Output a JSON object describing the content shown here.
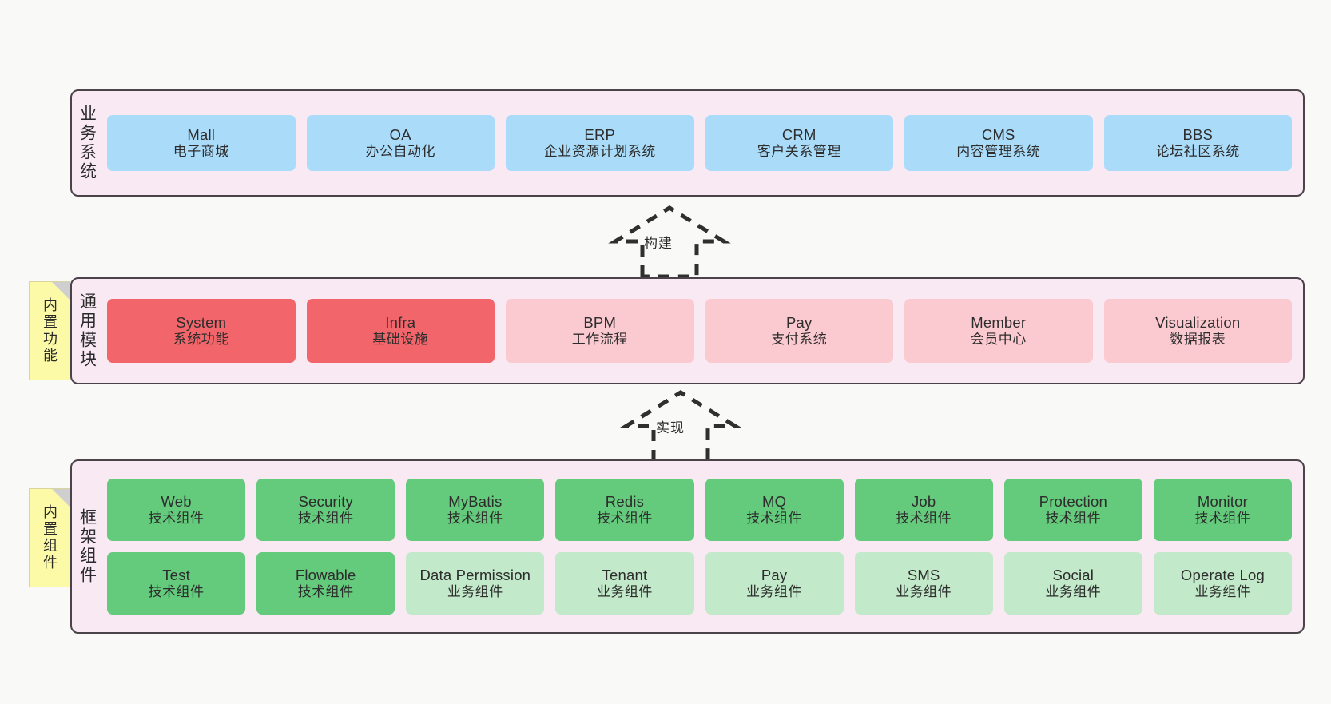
{
  "diagram": {
    "background_color": "#f9f9f7",
    "panel_color": "#f9e9f3",
    "panel_border_color": "#4a4349"
  },
  "layers": {
    "business": {
      "title": "业务系统",
      "card_color": "#aadcfa",
      "cards": [
        {
          "en": "Mall",
          "cn": "电子商城"
        },
        {
          "en": "OA",
          "cn": "办公自动化"
        },
        {
          "en": "ERP",
          "cn": "企业资源计划系统"
        },
        {
          "en": "CRM",
          "cn": "客户关系管理"
        },
        {
          "en": "CMS",
          "cn": "内容管理系统"
        },
        {
          "en": "BBS",
          "cn": "论坛社区系统"
        }
      ]
    },
    "modules": {
      "title": "通用模块",
      "note": "内置功能",
      "card_color_primary": "#f2656a",
      "card_color_secondary": "#fbc9d0",
      "cards": [
        {
          "en": "System",
          "cn": "系统功能",
          "variant": "c-red"
        },
        {
          "en": "Infra",
          "cn": "基础设施",
          "variant": "c-red"
        },
        {
          "en": "BPM",
          "cn": "工作流程",
          "variant": "c-pink"
        },
        {
          "en": "Pay",
          "cn": "支付系统",
          "variant": "c-pink"
        },
        {
          "en": "Member",
          "cn": "会员中心",
          "variant": "c-pink"
        },
        {
          "en": "Visualization",
          "cn": "数据报表",
          "variant": "c-pink"
        }
      ]
    },
    "framework": {
      "title": "框架组件",
      "note": "内置组件",
      "card_color_primary": "#64ca7c",
      "card_color_secondary": "#c2e9c9",
      "row1": [
        {
          "en": "Web",
          "cn": "技术组件"
        },
        {
          "en": "Security",
          "cn": "技术组件"
        },
        {
          "en": "MyBatis",
          "cn": "技术组件"
        },
        {
          "en": "Redis",
          "cn": "技术组件"
        },
        {
          "en": "MQ",
          "cn": "技术组件"
        },
        {
          "en": "Job",
          "cn": "技术组件"
        },
        {
          "en": "Protection",
          "cn": "技术组件"
        },
        {
          "en": "Monitor",
          "cn": "技术组件"
        }
      ],
      "row2": [
        {
          "en": "Test",
          "cn": "技术组件",
          "variant": "c-green"
        },
        {
          "en": "Flowable",
          "cn": "技术组件",
          "variant": "c-green"
        },
        {
          "en": "Data Permission",
          "cn": "业务组件",
          "variant": "c-green-light"
        },
        {
          "en": "Tenant",
          "cn": "业务组件",
          "variant": "c-green-light"
        },
        {
          "en": "Pay",
          "cn": "业务组件",
          "variant": "c-green-light"
        },
        {
          "en": "SMS",
          "cn": "业务组件",
          "variant": "c-green-light"
        },
        {
          "en": "Social",
          "cn": "业务组件",
          "variant": "c-green-light"
        },
        {
          "en": "Operate Log",
          "cn": "业务组件",
          "variant": "c-green-light"
        }
      ]
    }
  },
  "connectors": [
    {
      "label": "构建",
      "direction": "up",
      "style": "dashed-hollow-arrow"
    },
    {
      "label": "实现",
      "direction": "up",
      "style": "dashed-hollow-arrow"
    }
  ]
}
